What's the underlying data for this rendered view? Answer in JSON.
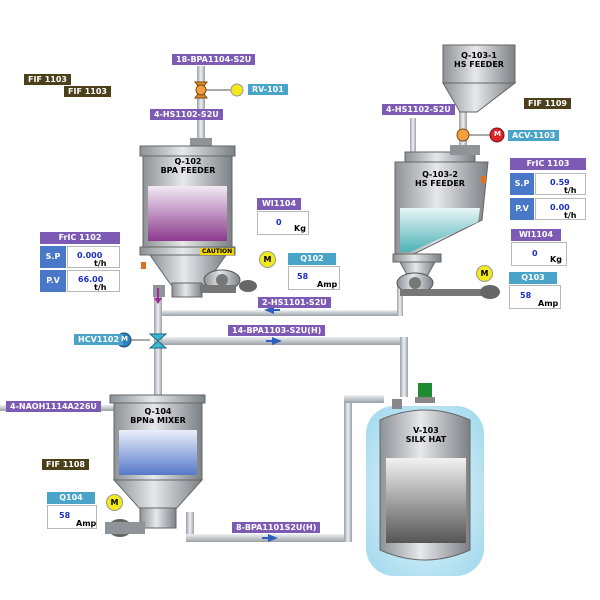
{
  "equipment": {
    "q102": {
      "tag": "Q-102",
      "name": "BPA FEEDER"
    },
    "q1032": {
      "tag": "Q-103-2",
      "name": "HS FEEDER"
    },
    "q1031": {
      "tag": "Q-103-1",
      "name": "HS FEEDER"
    },
    "q104": {
      "tag": "Q-104",
      "name": "BPNa MIXER"
    },
    "v103": {
      "tag": "V-103",
      "name": "SILK HAT"
    }
  },
  "lines": {
    "bpa1104": "18-BPA1104-S2U",
    "hs1102_left": "4-HS1102-S2U",
    "hs1102_right": "4-HS1102-S2U",
    "hs1101": "2-HS1101-S2U",
    "bpa1103": "14-BPA1103-S2U(H)",
    "naoh": "4-NAOH1114A226U",
    "bpa1101": "8-BPA1101S2U(H)"
  },
  "flow_indicators": {
    "fif1103_a": "FIF 1103",
    "fif1103_b": "FIF 1103",
    "fif1109": "FIF 1109",
    "fif1108": "FIF 1108"
  },
  "valves": {
    "rv101": "RV-101",
    "acv1103": "ACV-1103",
    "hcv1102": "HCV1102",
    "motor_letter": "M"
  },
  "caution": "CAUTION",
  "controllers": {
    "fric1102": {
      "title": "FrIC 1102",
      "sp_label": "S.P",
      "sp_value": "0.000",
      "sp_unit": "t/h",
      "pv_label": "P.V",
      "pv_value": "66.00",
      "pv_unit": "t/h"
    },
    "fric1103": {
      "title": "FrIC 1103",
      "sp_label": "S.P",
      "sp_value": "0.59",
      "sp_unit": "t/h",
      "pv_label": "P.V",
      "pv_value": "0.00",
      "pv_unit": "t/h"
    }
  },
  "weights": {
    "wi1104": {
      "title": "WI1104",
      "value": "0",
      "unit": "Kg"
    },
    "wi1104b": {
      "title": "WI1104",
      "value": "0",
      "unit": "Kg"
    }
  },
  "amps": {
    "q102": {
      "title": "Q102",
      "value": "58",
      "unit": "Amp"
    },
    "q103": {
      "title": "Q103",
      "value": "58",
      "unit": "Amp"
    },
    "q104": {
      "title": "Q104",
      "value": "58",
      "unit": "Amp"
    }
  },
  "colors": {
    "purple_label": "#7d5bb5",
    "olive_label": "#4b3f1c",
    "teal_label": "#4aa3c9",
    "value_blue": "#1b2fbf",
    "pipe": "#c9ced3",
    "motor_yellow": "#f2ea1a"
  }
}
